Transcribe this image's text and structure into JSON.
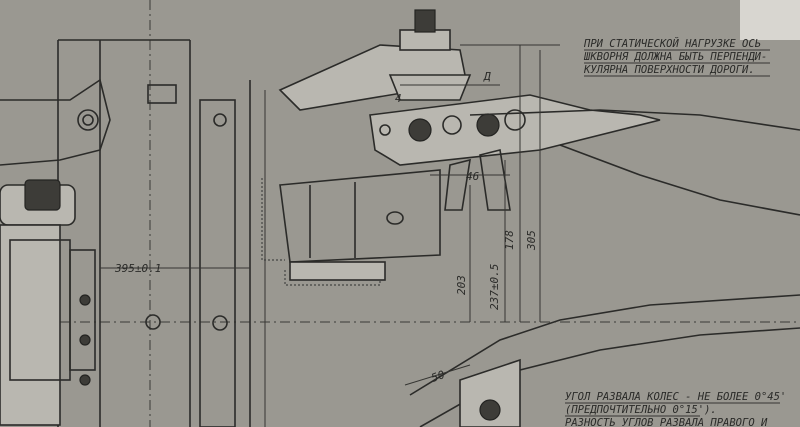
{
  "notes": {
    "top": [
      "ПРИ СТАТИЧЕСКОЙ НАГРУЗКЕ ОСЬ",
      "ШКВОРНЯ ДОЛЖНА БЫТЬ ПЕРПЕНДИ-",
      "КУЛЯРНА ПОВЕРХНОСТИ ДОРОГИ."
    ],
    "bottom": [
      "УГОЛ РАЗВАЛА КОЛЕС - НЕ БОЛЕЕ 0°45'",
      "(ПРЕДПОЧТИТЕЛЬНО 0°15').",
      "РАЗНОСТЬ УГЛОВ РАЗВАЛА ПРАВОГО И"
    ]
  },
  "dimensions": {
    "width_main": "395±0.1",
    "d_top": "Д",
    "v1": "46",
    "v2": "178",
    "v3": "305",
    "v4": "203",
    "v5": "237±0.5",
    "v6": "50",
    "v7": "4"
  }
}
